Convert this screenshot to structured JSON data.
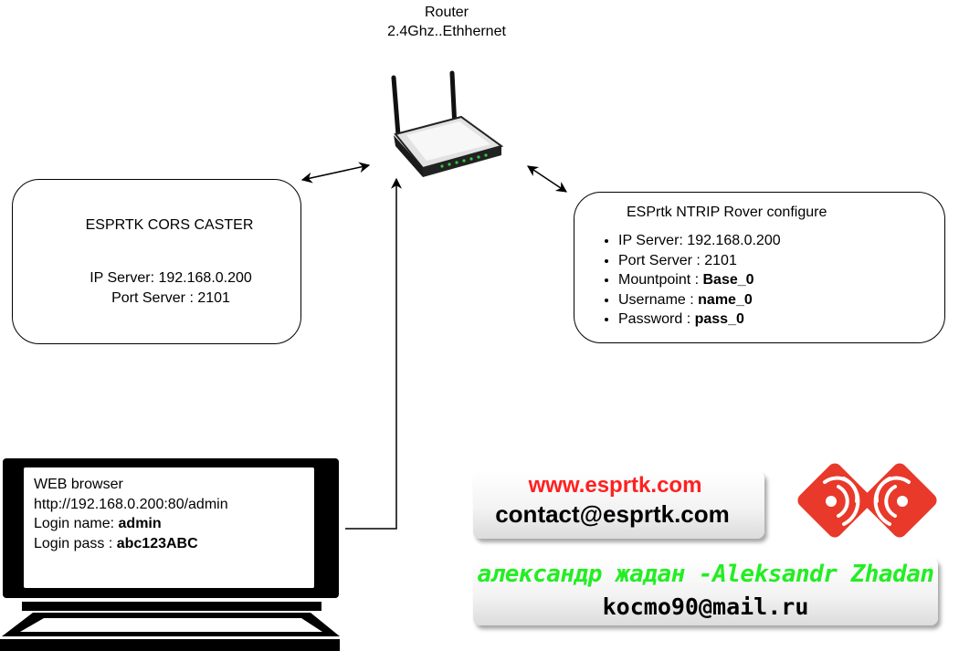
{
  "router": {
    "title": "Router",
    "subtitle": "2.4Ghz..Ethhernet"
  },
  "caster": {
    "title": "ESPRTK CORS CASTER",
    "ip_line": "IP Server: 192.168.0.200",
    "port_line": "Port Server : 2101"
  },
  "rover": {
    "title": "ESPrtk NTRIP Rover configure",
    "items": [
      {
        "label": "IP Server: 192.168.0.200",
        "value": ""
      },
      {
        "label": "Port Server : 2101",
        "value": ""
      },
      {
        "label": "Mountpoint : ",
        "value": "Base_0"
      },
      {
        "label": "Username : ",
        "value": "name_0"
      },
      {
        "label": "Password : ",
        "value": "pass_0"
      }
    ]
  },
  "pc": {
    "line1": "WEB browser",
    "line2": "http://192.168.0.200:80/admin",
    "login_label": "Login name: ",
    "login_value": "admin",
    "pass_label": "Login pass : ",
    "pass_value": "abc123ABC"
  },
  "contact": {
    "website": "www.esprtk.com",
    "email": "contact@esprtk.com"
  },
  "author": {
    "name": "александр жадан -Aleksandr Zhadan",
    "email": "kocmo90@mail.ru"
  },
  "logo": {
    "color": "#e8392a"
  }
}
